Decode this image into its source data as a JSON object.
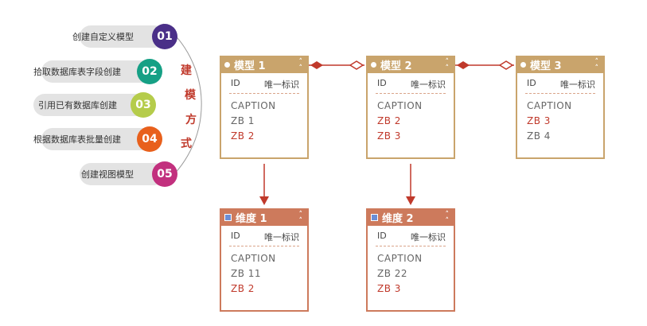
{
  "steps": [
    {
      "label": "创建自定义模型",
      "num": "01",
      "color": "#4a2f88"
    },
    {
      "label": "拾取数据库表字段创建",
      "num": "02",
      "color": "#16a085"
    },
    {
      "label": "引用已有数据库创建",
      "num": "03",
      "color": "#b5cc4b"
    },
    {
      "label": "根据数据库表批量创建",
      "num": "04",
      "color": "#e8601c"
    },
    {
      "label": "创建视图模型",
      "num": "05",
      "color": "#c2307e"
    }
  ],
  "arc_title": [
    "建",
    "模",
    "方",
    "式"
  ],
  "models": [
    {
      "title": "模型 1",
      "col_id": "ID",
      "col_desc": "唯一标识",
      "rows": [
        {
          "text": "CAPTION",
          "highlight": false
        },
        {
          "text": "ZB 1",
          "highlight": false
        },
        {
          "text": "ZB 2",
          "highlight": true
        }
      ]
    },
    {
      "title": "模型 2",
      "col_id": "ID",
      "col_desc": "唯一标识",
      "rows": [
        {
          "text": "CAPTION",
          "highlight": false
        },
        {
          "text": "ZB 2",
          "highlight": true
        },
        {
          "text": "ZB 3",
          "highlight": true
        }
      ]
    },
    {
      "title": "模型 3",
      "col_id": "ID",
      "col_desc": "唯一标识",
      "rows": [
        {
          "text": "CAPTION",
          "highlight": false
        },
        {
          "text": "ZB 3",
          "highlight": true
        },
        {
          "text": "ZB 4",
          "highlight": false
        }
      ]
    }
  ],
  "dimensions": [
    {
      "title": "维度 1",
      "col_id": "ID",
      "col_desc": "唯一标识",
      "rows": [
        {
          "text": "CAPTION",
          "highlight": false
        },
        {
          "text": "ZB 11",
          "highlight": false
        },
        {
          "text": "ZB 2",
          "highlight": true
        }
      ]
    },
    {
      "title": "维度 2",
      "col_id": "ID",
      "col_desc": "唯一标识",
      "rows": [
        {
          "text": "CAPTION",
          "highlight": false
        },
        {
          "text": "ZB 22",
          "highlight": false
        },
        {
          "text": "ZB 3",
          "highlight": true
        }
      ]
    }
  ],
  "colors": {
    "model_header": "#c9a46c",
    "dimension_header": "#cd7a5c",
    "accent": "#c0392b"
  }
}
